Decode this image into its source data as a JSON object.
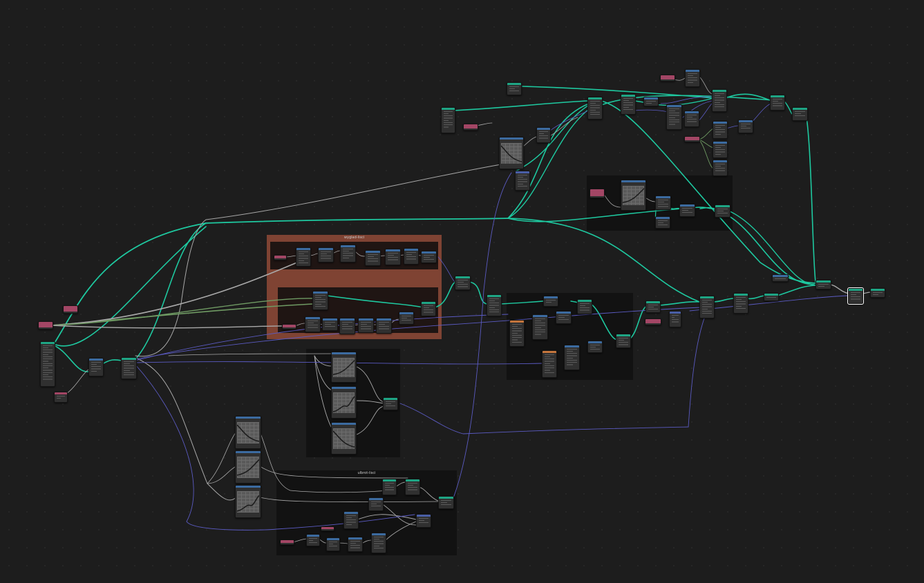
{
  "frames": [
    {
      "id": "fr-wyglad",
      "label": "wyglad-lisci"
    },
    {
      "id": "fr-inner-top",
      "label": ""
    },
    {
      "id": "fr-inner-bot",
      "label": ""
    },
    {
      "id": "fr-right-top",
      "label": ""
    },
    {
      "id": "fr-mid-right",
      "label": ""
    },
    {
      "id": "fr-curves-mid",
      "label": ""
    },
    {
      "id": "fr-bottom",
      "label": "ulbrot-lisci"
    }
  ],
  "colors": {
    "canvas": "#1d1d1d",
    "frame_dark": "#121212",
    "frame_orange": "#7f4333",
    "wire_geometry": "#1ec9a0",
    "wire_float": "#a9a9a9",
    "wire_vector": "#5b5bc3",
    "wire_boolean": "#6f9a63",
    "header_geometry": "#1ea584",
    "header_input": "#a34665",
    "header_texture": "#c4753c",
    "header_vector": "#4a5fa7",
    "header_converter": "#3c6ba0"
  },
  "icons": [
    "node-icon",
    "curve-icon",
    "frame-icon"
  ]
}
